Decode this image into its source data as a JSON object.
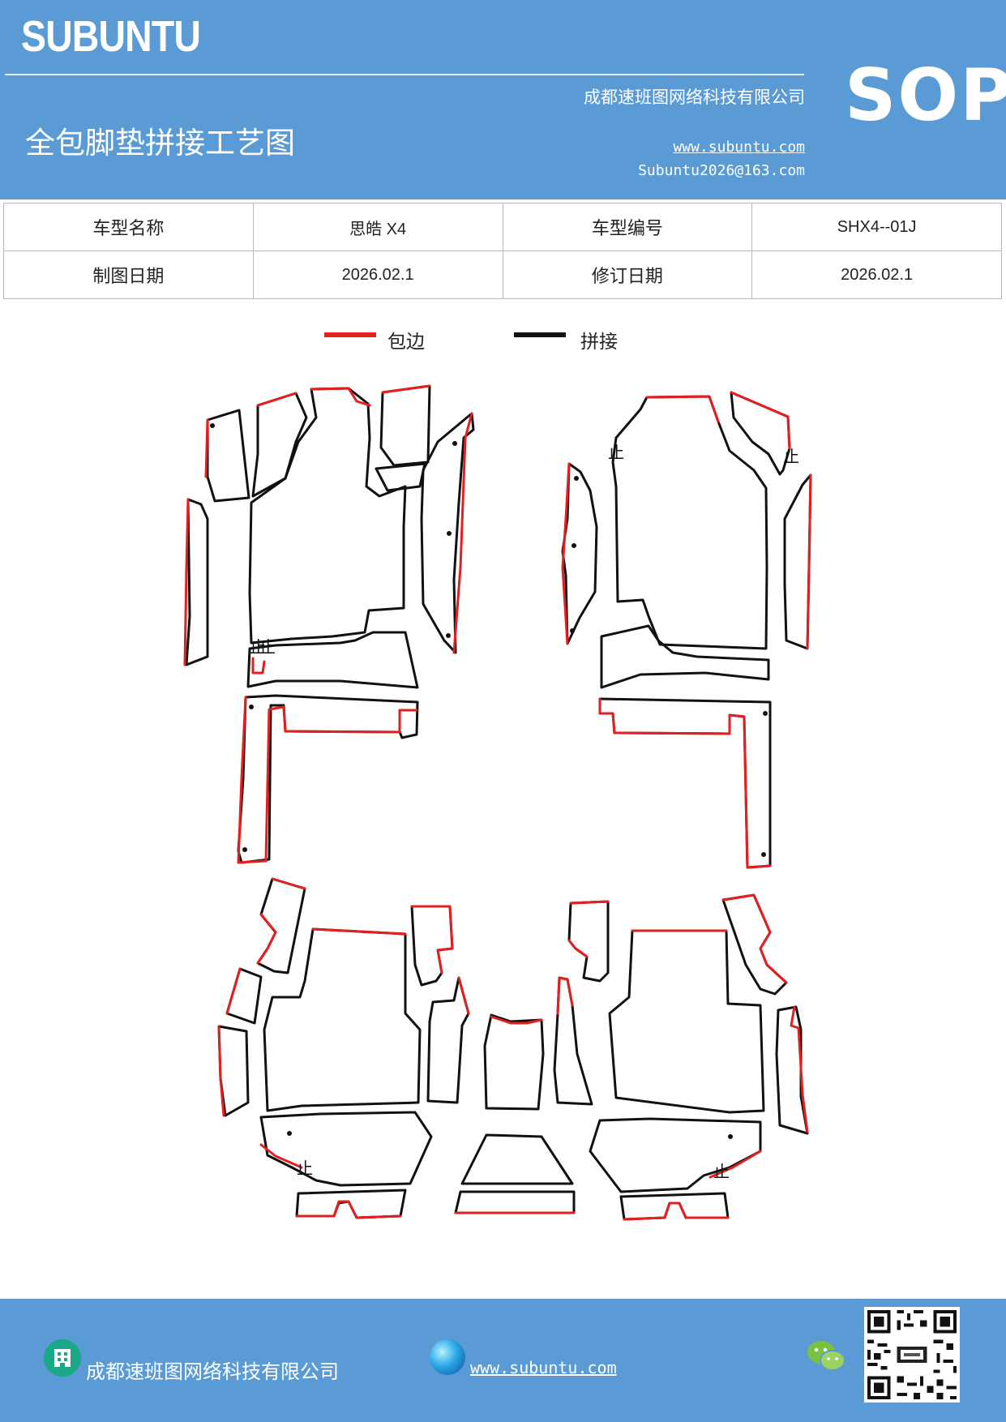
{
  "header": {
    "brand": "SUBUNTU",
    "company": "成都速班图网络科技有限公司",
    "title": "全包脚垫拼接工艺图",
    "website": "www.subuntu.com",
    "email": "Subuntu2026@163.com",
    "badge": "SOP"
  },
  "info": {
    "model_name_label": "车型名称",
    "model_name": "思皓 X4",
    "model_code_label": "车型编号",
    "model_code": "SHX4--01J",
    "draw_date_label": "制图日期",
    "draw_date": "2026.02.1",
    "revise_date_label": "修订日期",
    "revise_date": "2026.02.1"
  },
  "legend": {
    "edge_label": "包边",
    "edge_color": "#e41f1f",
    "join_label": "拼接",
    "join_color": "#111111"
  },
  "diagram": {
    "stop_mark": "止"
  },
  "footer": {
    "company": "成都速班图网络科技有限公司",
    "website": "www.subuntu.com"
  },
  "icons": [
    "building-icon",
    "globe-icon",
    "wechat-icon",
    "qr-code"
  ]
}
